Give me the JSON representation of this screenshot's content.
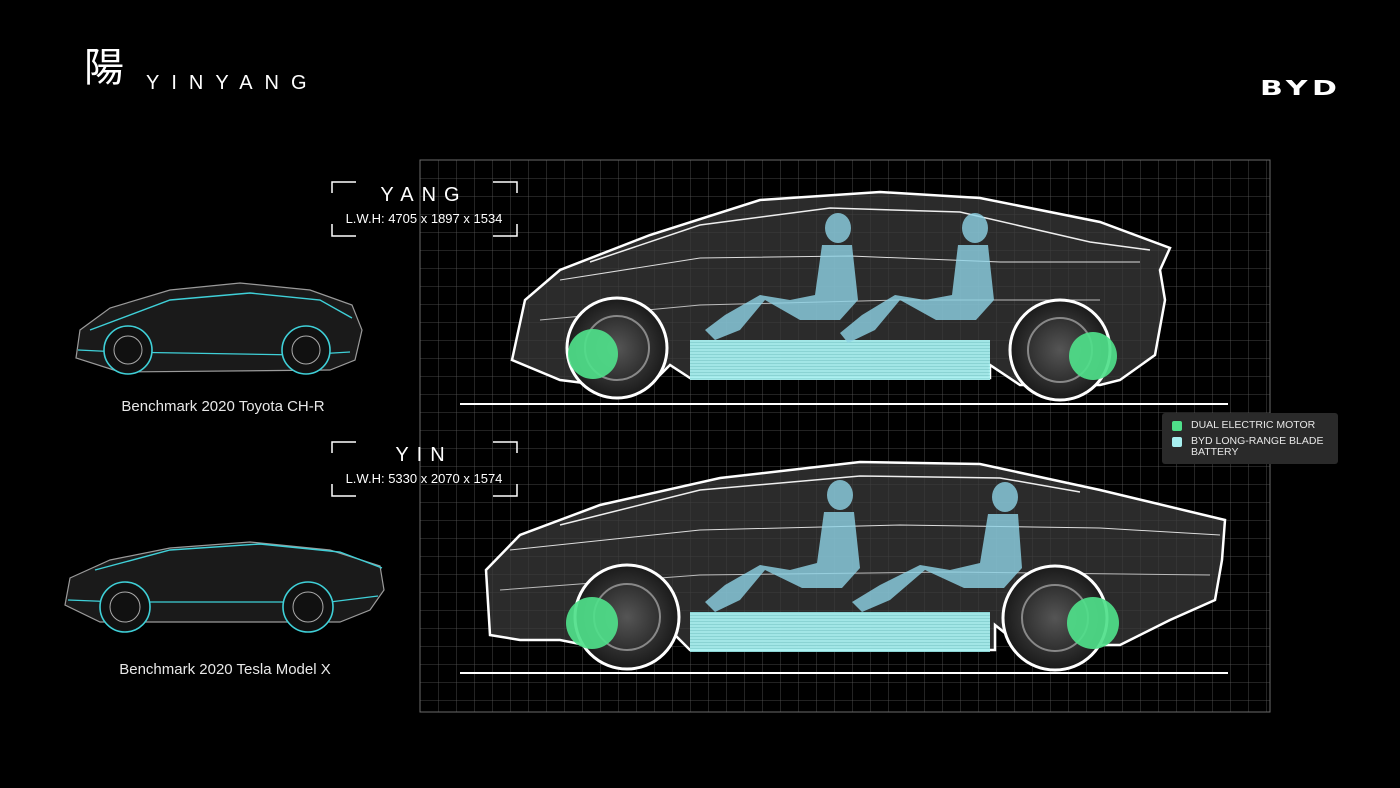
{
  "header": {
    "logo_char": "陽",
    "logo_word": "YINYANG",
    "brand": "BYD"
  },
  "yang": {
    "title": "YANG",
    "dimensions": "L.W.H: 4705 x 1897 x 1534"
  },
  "yin": {
    "title": "YIN",
    "dimensions": "L.W.H: 5330 x 2070 x 1574"
  },
  "benchmarks": [
    {
      "label": "Benchmark 2020 Toyota CH-R"
    },
    {
      "label": "Benchmark 2020 Tesla Model X"
    }
  ],
  "legend": {
    "items": [
      {
        "label": "DUAL ELECTRIC MOTOR",
        "color": "#4fe08a"
      },
      {
        "label": "BYD LONG-RANGE BLADE BATTERY",
        "color": "#a8f0f0"
      }
    ]
  },
  "colors": {
    "background": "#000000",
    "grid": "#5a5a5a",
    "motor": "#4fe08a",
    "battery": "#a8f0f0",
    "occupant": "#8fd3e6",
    "benchmark_outline": "#3fd0d8"
  }
}
